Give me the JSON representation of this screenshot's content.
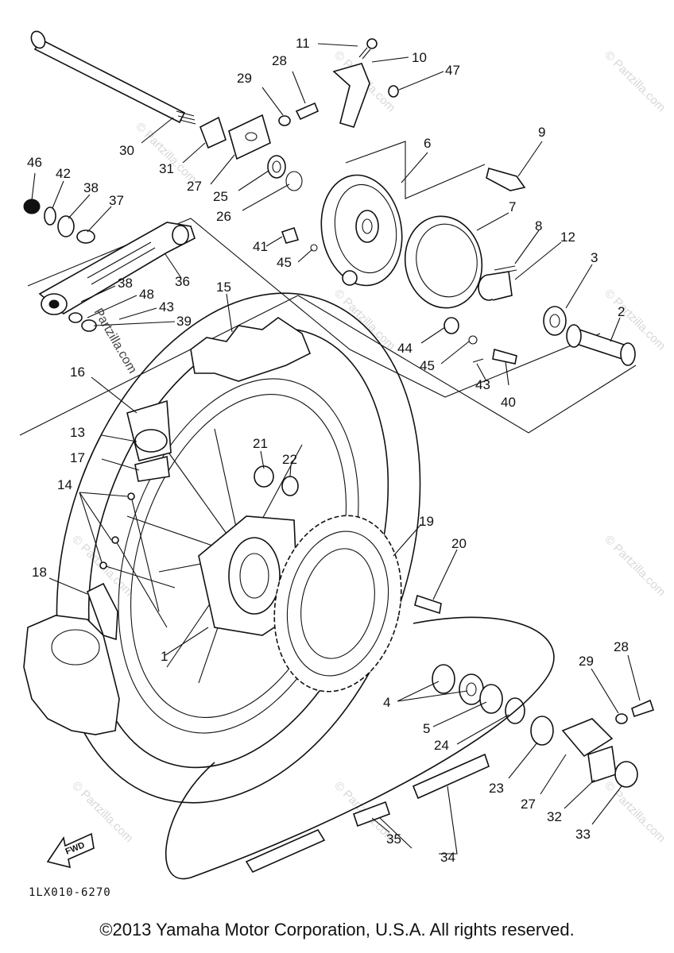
{
  "diagram": {
    "code": "1LX010-6270",
    "fwd_label": "FWD",
    "watermarks": [
      "© Partzilla.com",
      "Partzilla.com"
    ],
    "callouts": [
      {
        "id": "c30",
        "label": "30"
      },
      {
        "id": "c31",
        "label": "31"
      },
      {
        "id": "c27a",
        "label": "27"
      },
      {
        "id": "c25",
        "label": "25"
      },
      {
        "id": "c26",
        "label": "26"
      },
      {
        "id": "c29a",
        "label": "29"
      },
      {
        "id": "c28a",
        "label": "28"
      },
      {
        "id": "c11",
        "label": "11"
      },
      {
        "id": "c10",
        "label": "10"
      },
      {
        "id": "c47",
        "label": "47"
      },
      {
        "id": "c6",
        "label": "6"
      },
      {
        "id": "c9",
        "label": "9"
      },
      {
        "id": "c7",
        "label": "7"
      },
      {
        "id": "c8",
        "label": "8"
      },
      {
        "id": "c12",
        "label": "12"
      },
      {
        "id": "c3",
        "label": "3"
      },
      {
        "id": "c2",
        "label": "2"
      },
      {
        "id": "c46",
        "label": "46"
      },
      {
        "id": "c42",
        "label": "42"
      },
      {
        "id": "c38a",
        "label": "38"
      },
      {
        "id": "c37",
        "label": "37"
      },
      {
        "id": "c41",
        "label": "41"
      },
      {
        "id": "c45a",
        "label": "45"
      },
      {
        "id": "c36",
        "label": "36"
      },
      {
        "id": "c38b",
        "label": "38"
      },
      {
        "id": "c48",
        "label": "48"
      },
      {
        "id": "c43a",
        "label": "43"
      },
      {
        "id": "c39",
        "label": "39"
      },
      {
        "id": "c15",
        "label": "15"
      },
      {
        "id": "c44",
        "label": "44"
      },
      {
        "id": "c45b",
        "label": "45"
      },
      {
        "id": "c43b",
        "label": "43"
      },
      {
        "id": "c40",
        "label": "40"
      },
      {
        "id": "c16",
        "label": "16"
      },
      {
        "id": "c13",
        "label": "13"
      },
      {
        "id": "c17",
        "label": "17"
      },
      {
        "id": "c14",
        "label": "14"
      },
      {
        "id": "c21",
        "label": "21"
      },
      {
        "id": "c22",
        "label": "22"
      },
      {
        "id": "c19",
        "label": "19"
      },
      {
        "id": "c20",
        "label": "20"
      },
      {
        "id": "c18",
        "label": "18"
      },
      {
        "id": "c1",
        "label": "1"
      },
      {
        "id": "c4",
        "label": "4"
      },
      {
        "id": "c5",
        "label": "5"
      },
      {
        "id": "c24",
        "label": "24"
      },
      {
        "id": "c29b",
        "label": "29"
      },
      {
        "id": "c28b",
        "label": "28"
      },
      {
        "id": "c23",
        "label": "23"
      },
      {
        "id": "c27b",
        "label": "27"
      },
      {
        "id": "c32",
        "label": "32"
      },
      {
        "id": "c33",
        "label": "33"
      },
      {
        "id": "c35",
        "label": "35"
      },
      {
        "id": "c34",
        "label": "34"
      }
    ]
  },
  "copyright": "©2013 Yamaha Motor Corporation, U.S.A. All rights reserved."
}
